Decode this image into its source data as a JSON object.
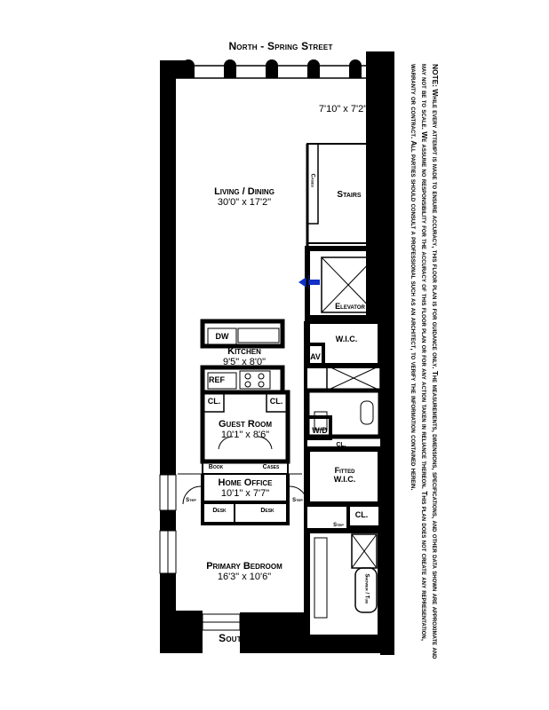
{
  "street_north": "North - Spring Street",
  "street_south": "South",
  "note": "NOTE: While every attempt is made to ensure accuracy, this floor plan is for guidance only. The measurements, dimensions, specifications, and other data shown are approximate and may not be to scale. We assume no responsibility for the accuracy of this floor plan or for any action taken in reliance thereon. This plan does not create any representation, warranty or contract. All parties should consult a professional such as an architect, to verify the information contained herein.",
  "rooms": {
    "unnamed_dim": "7'10\" x 7'2\"",
    "living": {
      "name": "Living / Dining",
      "dim": "30'0\" x 17'2\""
    },
    "stairs": "Stairs",
    "cases_top": "Cases",
    "elevator": "Elevator",
    "wic": "W.I.C.",
    "av": "AV",
    "kitchen": {
      "name": "Kitchen",
      "dim": "9'5\" x 8'0\""
    },
    "dw": "DW",
    "ref": "REF",
    "guest": {
      "name": "Guest Room",
      "dim": "10'1\" x 8'6\""
    },
    "cl_left": "CL.",
    "cl_right": "CL.",
    "wd": "W/D",
    "cl_wd": "CL.",
    "book": "Book",
    "cases_office": "Cases",
    "office": {
      "name": "Home Office",
      "dim": "10'1\" x 7'7\""
    },
    "fitted_wic": {
      "line1": "Fitted",
      "line2": "W.I.C."
    },
    "step_left": "Step",
    "step_right": "Step",
    "desk_left": "Desk",
    "desk_right": "Desk",
    "cl_lower": "CL.",
    "step_bath": "Step",
    "shower_tub": "Shower / Tub",
    "primary": {
      "name": "Primary Bedroom",
      "dim": "16'3\" x 10'6\""
    }
  }
}
